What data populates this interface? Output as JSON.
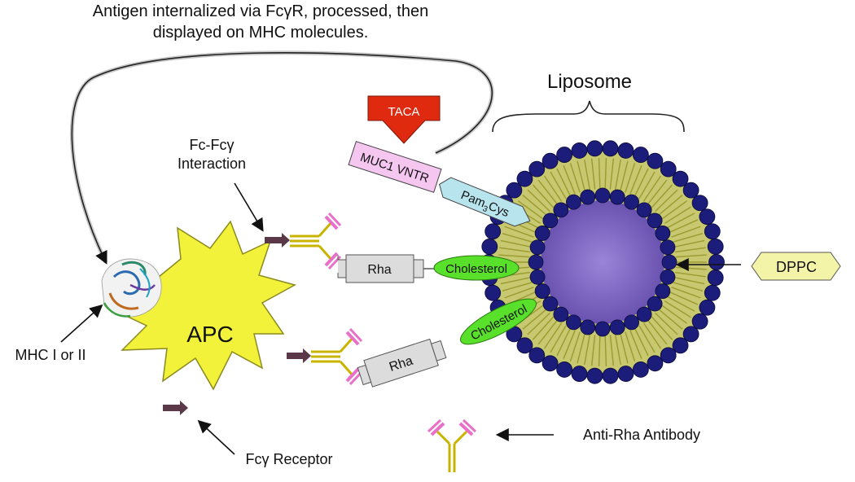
{
  "caption": {
    "line1": "Antigen internalized via FcγR, processed, then",
    "line2": "displayed on MHC molecules."
  },
  "labels": {
    "liposome": "Liposome",
    "taca": "TACA",
    "muc1": "MUC1 VNTR",
    "pam3cys_main": "Pam",
    "pam3cys_sub": "3",
    "pam3cys_end": "Cys",
    "fc_interaction_line1": "Fc-Fcγ",
    "fc_interaction_line2": "Interaction",
    "rha_top": "Rha",
    "rha_bottom": "Rha",
    "cholesterol_top": "Cholesterol",
    "cholesterol_bottom": "Cholesterol",
    "dppc": "DPPC",
    "apc": "APC",
    "mhc": "MHC I or II",
    "fc_receptor": "Fcγ Receptor",
    "anti_rha": "Anti-Rha Antibody"
  },
  "colors": {
    "apc_fill": "#f2f23a",
    "apc_stroke": "#8a8a20",
    "bead": "#1c1c7a",
    "lipid_zone": "#c8c870",
    "core": "#7a64c0",
    "taca": "#e02a10",
    "muc1": "#f5c6f0",
    "pam3cys": "#b8e4ee",
    "cholesterol": "#59e02a",
    "rha": "#dcdcdc",
    "dppc": "#f4f4a8",
    "antibody_gold": "#c8b400",
    "antibody_pink": "#e870c8",
    "receptor": "#5a3848"
  }
}
